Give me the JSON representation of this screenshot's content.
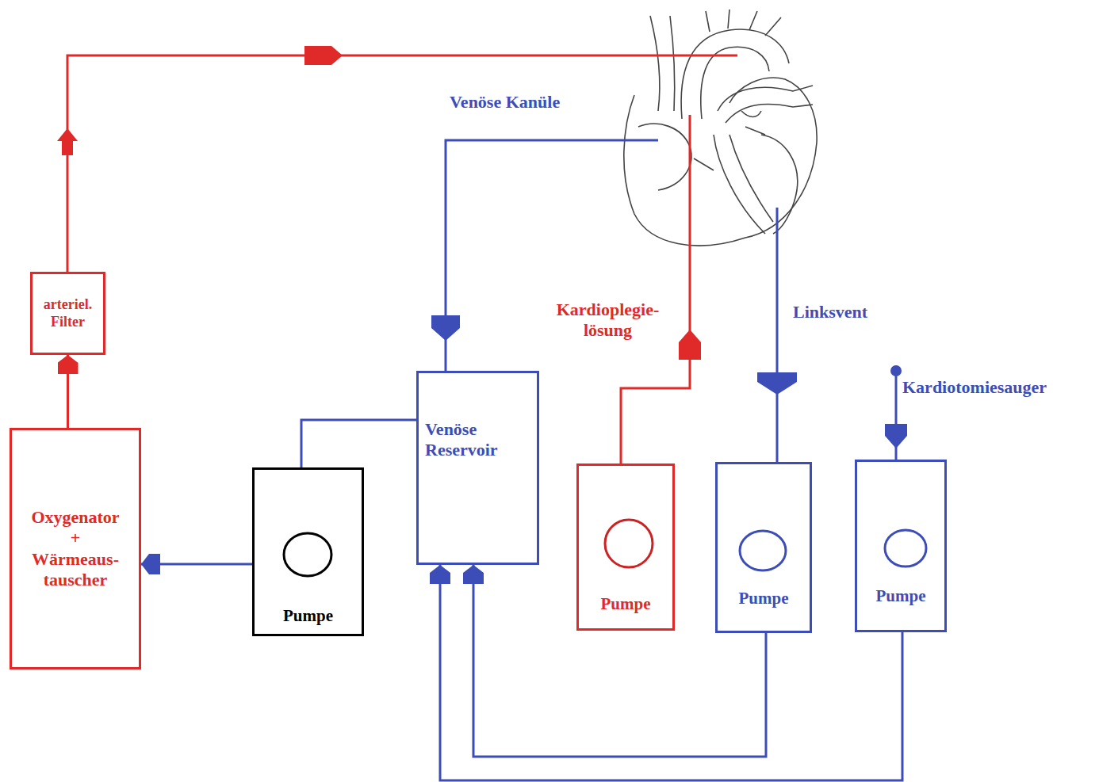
{
  "diagram": {
    "nodes": [
      {
        "text": [
          "Oxygenator",
          "+",
          "Wärmeaus- tauscher"
        ]
      },
      {
        "text": [
          "arteriel. Filter"
        ]
      },
      {
        "text": [
          "Pumpe"
        ]
      },
      {
        "text": [
          "Venöse Reservoir"
        ]
      },
      {
        "text": [
          "Pumpe"
        ]
      },
      {
        "text": [
          "Pumpe"
        ]
      },
      {
        "text": [
          "Pumpe"
        ]
      }
    ],
    "edges": [
      {
        "from": 3,
        "to": 2,
        "arrow": "none"
      },
      {
        "from": 2,
        "to": 0,
        "arrow": "to"
      },
      {
        "from": 0,
        "to": 1,
        "arrow": "to"
      },
      {
        "from": 5,
        "to": 3,
        "arrow": "to"
      },
      {
        "from": 6,
        "to": 3,
        "arrow": "to"
      }
    ],
    "labels": [
      "Venöse Kanüle",
      "Kardioplegie- lösung",
      "Linksvent",
      "Kardiotomiesauger"
    ]
  }
}
